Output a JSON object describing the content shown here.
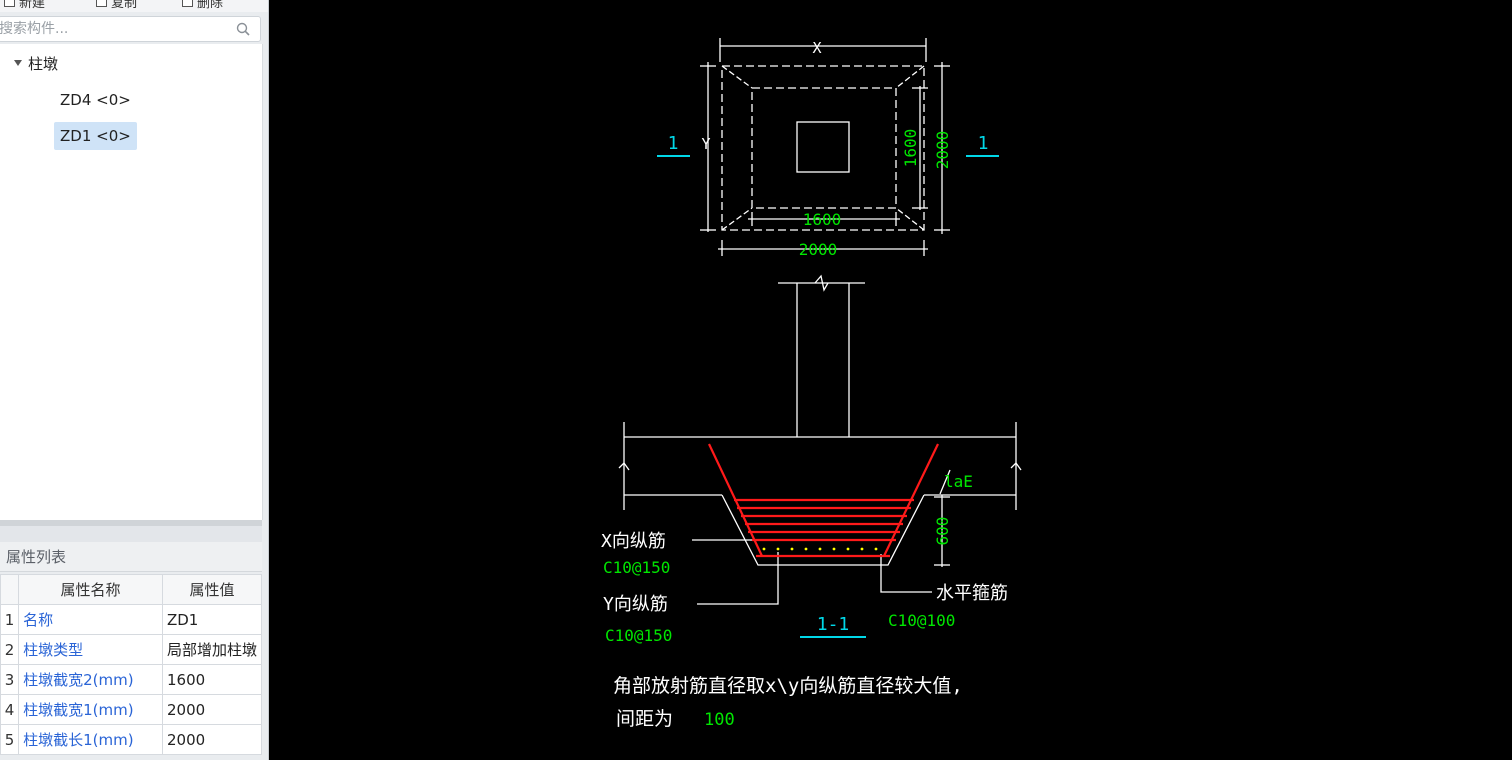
{
  "toolbar": {
    "new_label": "新建",
    "copy_label": "复制",
    "delete_label": "删除"
  },
  "search": {
    "placeholder": "搜索构件..."
  },
  "tree": {
    "root_label": "柱墩",
    "items": [
      {
        "label": "ZD4 <0>",
        "selected": false
      },
      {
        "label": "ZD1 <0>",
        "selected": true
      }
    ]
  },
  "properties": {
    "title": "属性列表",
    "columns": [
      "属性名称",
      "属性值"
    ],
    "rows": [
      {
        "num": "1",
        "name": "名称",
        "value": "ZD1"
      },
      {
        "num": "2",
        "name": "柱墩类型",
        "value": "局部增加柱墩"
      },
      {
        "num": "3",
        "name": "柱墩截宽2(mm)",
        "value": "1600"
      },
      {
        "num": "4",
        "name": "柱墩截宽1(mm)",
        "value": "2000"
      },
      {
        "num": "5",
        "name": "柱墩截长1(mm)",
        "value": "2000"
      }
    ]
  },
  "drawing": {
    "plan": {
      "x_label": "X",
      "y_label": "Y",
      "inner_width": "1600",
      "outer_width": "2000",
      "inner_height": "1600",
      "outer_height": "2000",
      "section_mark": "1"
    },
    "section": {
      "title": "1-1",
      "lae_label": "laE",
      "depth": "600",
      "x_rebar_label": "X向纵筋",
      "x_rebar_spec": "C10@150",
      "y_rebar_label": "Y向纵筋",
      "y_rebar_spec": "C10@150",
      "stirrup_label": "水平箍筋",
      "stirrup_spec": "C10@100"
    },
    "note_line1": "角部放射筋直径取x\\y向纵筋直径较大值,",
    "note_line2_prefix": "间距为",
    "note_spacing": "100"
  },
  "colors": {
    "cad_background": "#000000",
    "line_white": "#ffffff",
    "dim_green": "#00e600",
    "mark_cyan": "#00d8e8",
    "rebar_red": "#ff1a1a",
    "dot_yellow": "#ffff00",
    "prop_name_blue": "#2a64d6",
    "selected_bg": "#cfe3f7"
  }
}
